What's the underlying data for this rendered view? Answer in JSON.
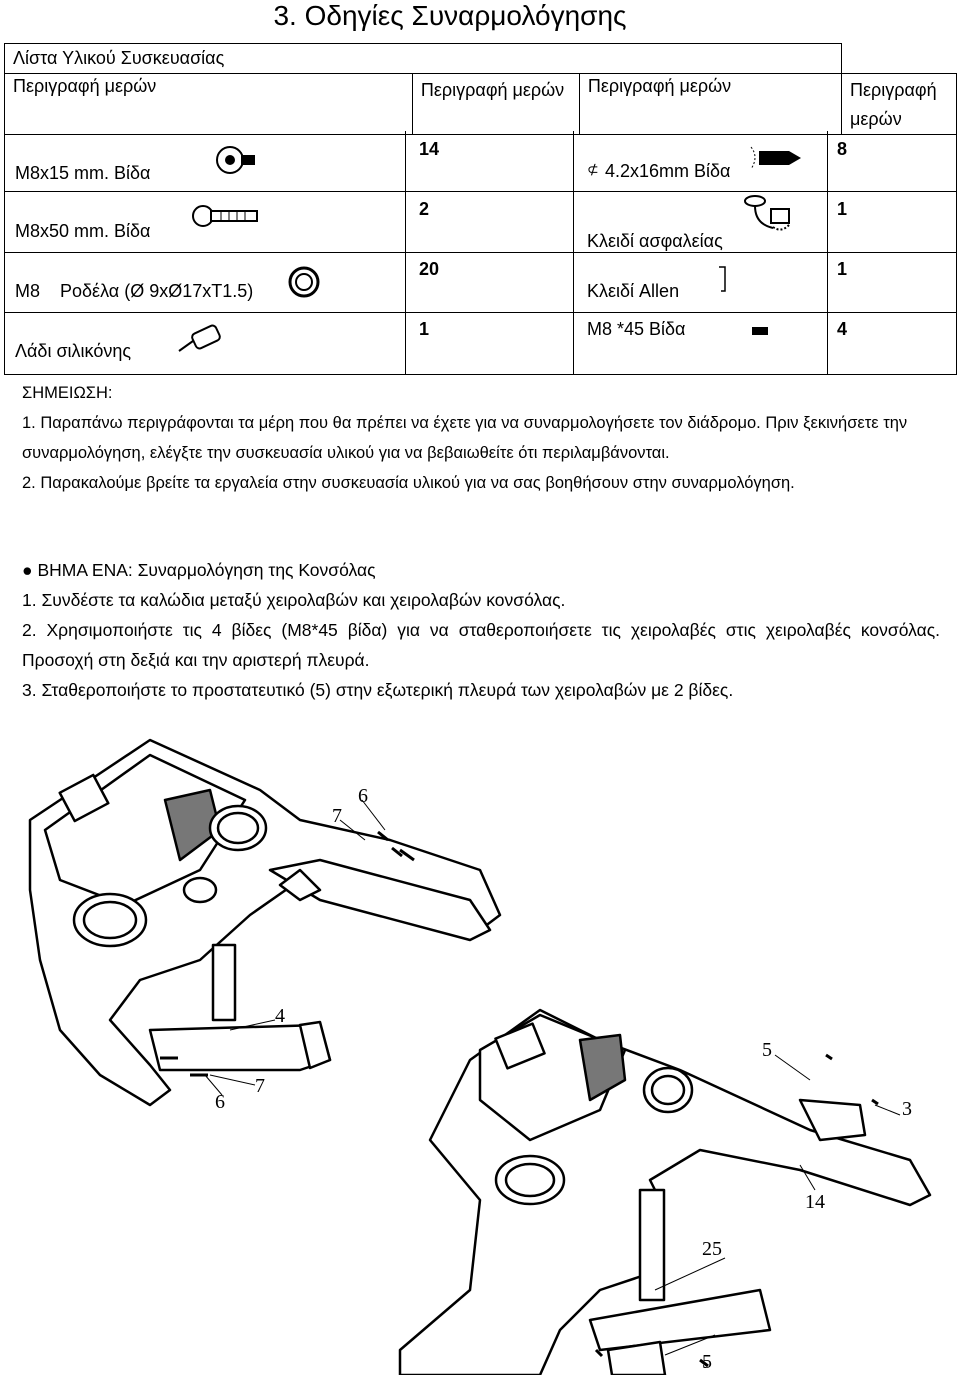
{
  "page": {
    "title": "3. Οδηγίες Συναρμολόγησης"
  },
  "parts_table": {
    "heading": "Λίστα Υλικού Συσκευασίας",
    "header": [
      "Περιγραφή μερών",
      "Περιγραφή μερών",
      "Περιγραφή μερών",
      "Περιγραφή μερών"
    ],
    "rows": [
      {
        "left_name": "M8x15 mm. Βίδα",
        "left_icon": "socket-bolt-icon",
        "left_qty": "14",
        "right_name": "4.2x16mm Βίδα",
        "right_prefix": "⊄",
        "right_icon": "self-tapping-screw-icon",
        "right_qty": "8"
      },
      {
        "left_name": "M8x50 mm. Βίδα",
        "left_icon": "long-bolt-icon",
        "left_qty": "2",
        "right_name": "Κλειδί ασφαλείας",
        "right_icon": "safety-key-icon",
        "right_qty": "1"
      },
      {
        "left_name": "M8    Ροδέλα (Ø 9xØ17xT1.5)",
        "left_icon": "washer-icon",
        "left_qty": "20",
        "right_name": "Κλειδί Allen",
        "right_icon": "allen-key-icon",
        "right_qty": "1"
      },
      {
        "left_name": "Λάδι σιλικόνης",
        "left_icon": "oil-bottle-icon",
        "left_qty": "1",
        "right_name": "M8 *45 Βίδα",
        "right_icon": "bolt-icon",
        "right_qty": "4"
      }
    ]
  },
  "note": {
    "heading": "ΣΗΜΕΙΩΣΗ:",
    "item1": "1.  Παραπάνω περιγράφονται τα μέρη που θα πρέπει να έχετε για να συναρμολογήσετε τον διάδρομο. Πριν ξεκινήσετε την συναρμολόγηση, ελέγξτε την συσκευασία υλικού για να βεβαιωθείτε ότι περιλαμβάνονται.",
    "item2": "2. Παρακαλούμε βρείτε τα εργαλεία στην συσκευασία υλικού για να σας βοηθήσουν στην συναρμολόγηση."
  },
  "step_one": {
    "bullet": "●",
    "heading": "ΒΗΜΑ ΕΝΑ: Συναρμολόγηση της Κονσόλας",
    "item1": "1. Συνδέστε τα καλώδια μεταξύ χειρολαβών και χειρολαβών κονσόλας.",
    "item2": "2. Χρησιμοποιήστε τις 4 βίδες (M8*45 βίδα) για να σταθεροποιήσετε τις χειρολαβές στις χειρολαβές κονσόλας. Προσοχή στη δεξιά και την αριστερή πλευρά.",
    "item3": "3. Σταθεροποιήστε το προστατευτικό (5) στην εξωτερική πλευρά των χειρολαβών με 2 βίδες."
  },
  "diagram": {
    "top_labels": [
      "6",
      "7",
      "4",
      "6",
      "7"
    ],
    "bottom_labels": [
      "5",
      "3",
      "14",
      "25",
      "5"
    ]
  }
}
